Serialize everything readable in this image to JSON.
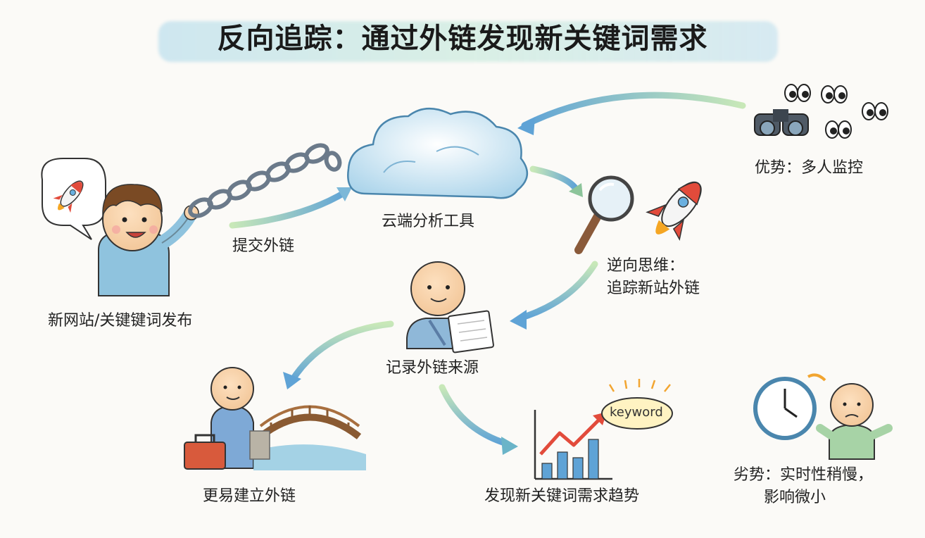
{
  "title": "反向追踪：通过外链发现新关键词需求",
  "nodes": {
    "publisher": "新网站/关键键词发布",
    "submit": "提交外链",
    "cloud": "云端分析工具",
    "reverse_line1": "逆向思维：",
    "reverse_line2": "追踪新站外链",
    "record": "记录外链来源",
    "build": "更易建立外链",
    "trend": "发现新关键词需求趋势",
    "advantage": "优势：多人监控",
    "disadvantage_line1": "劣势：实时性稍慢，",
    "disadvantage_line2": "影响微小"
  },
  "keyword_badge": "keyword",
  "icons": [
    "rocket-icon",
    "chain-icon",
    "cloud-icon",
    "magnifier-icon",
    "binoculars-icon",
    "eyes-icon",
    "notepad-icon",
    "toolbox-icon",
    "bridge-icon",
    "bar-chart-icon",
    "clock-icon"
  ],
  "colors": {
    "arrow_start": "#9fd6a0",
    "arrow_end": "#5fa3d6",
    "accent": "#f08a3a"
  }
}
